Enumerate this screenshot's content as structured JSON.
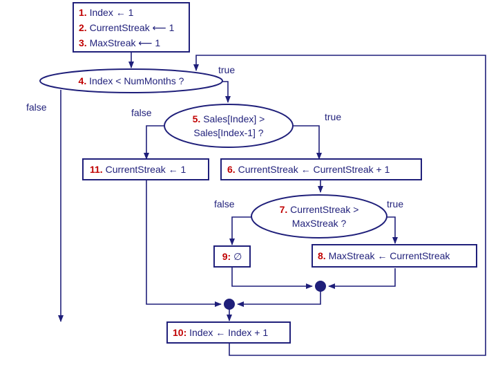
{
  "nodes": {
    "init": {
      "line1": {
        "num": "1.",
        "text": "Index  ← 1"
      },
      "line2": {
        "num": "2.",
        "text": "CurrentStreak ⟵ 1"
      },
      "line3": {
        "num": "3.",
        "text": "MaxStreak  ⟵ 1"
      }
    },
    "cond4": {
      "num": "4.",
      "text": "Index < NumMonths ?"
    },
    "cond5": {
      "num": "5.",
      "text": "Sales[Index] >",
      "text2": "Sales[Index-1] ?"
    },
    "step6": {
      "num": "6.",
      "text": "CurrentStreak  ← CurrentStreak + 1"
    },
    "cond7": {
      "num": "7.",
      "text": "CurrentStreak >",
      "text2": "MaxStreak ?"
    },
    "step8": {
      "num": "8.",
      "text": "MaxStreak  ← CurrentStreak"
    },
    "step9": {
      "num": "9:",
      "text": "∅"
    },
    "step10": {
      "num": "10:",
      "text": "Index  ← Index + 1"
    },
    "step11": {
      "num": "11.",
      "text": "CurrentStreak  ← 1"
    }
  },
  "edge_labels": {
    "c4_true": "true",
    "c4_false": "false",
    "c5_true": "true",
    "c5_false": "false",
    "c7_true": "true",
    "c7_false": "false"
  },
  "colors": {
    "line": "#1f1f7a",
    "number": "#c00000"
  }
}
